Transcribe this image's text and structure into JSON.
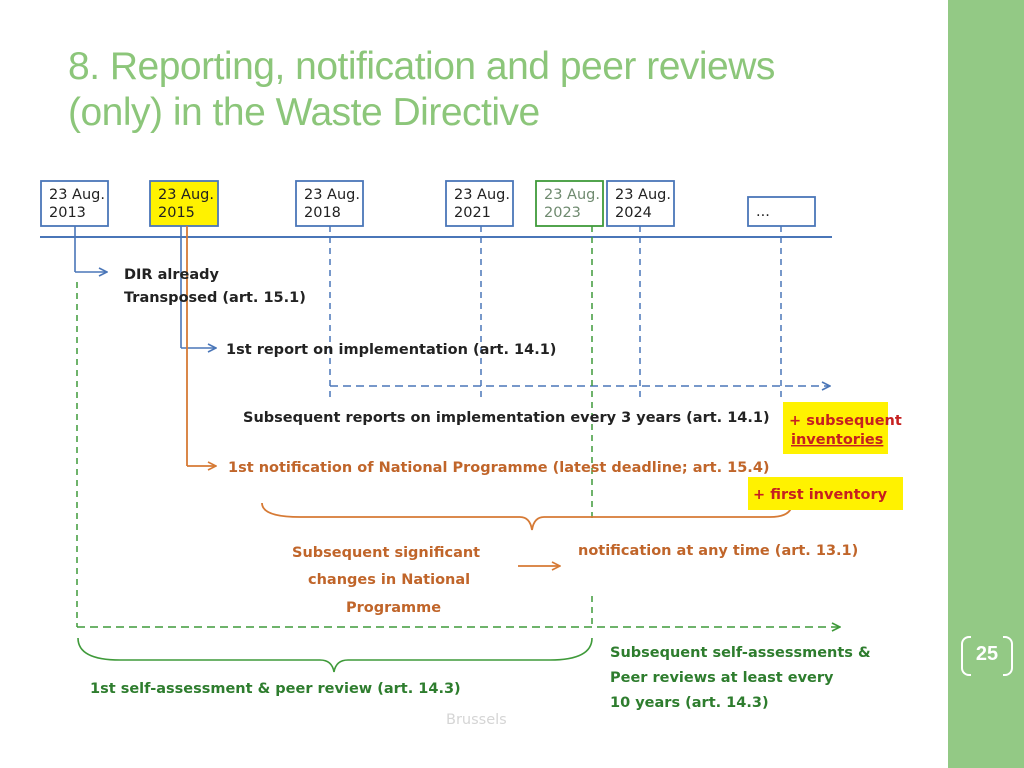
{
  "title": {
    "line1": "8. Reporting, notification and peer reviews",
    "line2": "(only) in the Waste Directive"
  },
  "page_number": "25",
  "timeline_boxes": [
    {
      "line1": "23 Aug.",
      "line2": "2013"
    },
    {
      "line1": "23 Aug.",
      "line2": "2015"
    },
    {
      "line1": "23 Aug.",
      "line2": "2018"
    },
    {
      "line1": "23 Aug.",
      "line2": "2021"
    },
    {
      "line1": "23 Aug.",
      "line2": "2023"
    },
    {
      "line1": "23 Aug.",
      "line2": "2024"
    },
    {
      "line1": "..."
    }
  ],
  "labels": {
    "dir_line1": "DIR already",
    "dir_line2": "Transposed (art. 15.1)",
    "first_report": "1st report on implementation (art. 14.1)",
    "subsequent_reports": "Subsequent reports on implementation every 3 years (art. 14.1)",
    "subsequent_inventories_line1": "+ subsequent",
    "subsequent_inventories_line2": "inventories",
    "first_notification": "1st notification of National Programme (latest deadline; art. 15.4)",
    "first_inventory": "+ first inventory",
    "subsequent_changes_line1": "Subsequent significant",
    "subsequent_changes_line2": "changes in National",
    "subsequent_changes_line3": "Programme",
    "notification_anytime": "notification at any time (art. 13.1)",
    "first_self_assessment": "1st self-assessment & peer review (art. 14.3)",
    "subsequent_self_line1": "Subsequent self-assessments &",
    "subsequent_self_line2": "Peer reviews at least every",
    "subsequent_self_line3": "10 years (art. 14.3)",
    "watermark": "Brussels"
  },
  "colors": {
    "title": "#8cc67a",
    "sidebar": "#93c985",
    "blue": "#4a76b8",
    "orange": "#d67a35",
    "green_dash": "#3f9a3a",
    "highlight": "#fff200"
  }
}
